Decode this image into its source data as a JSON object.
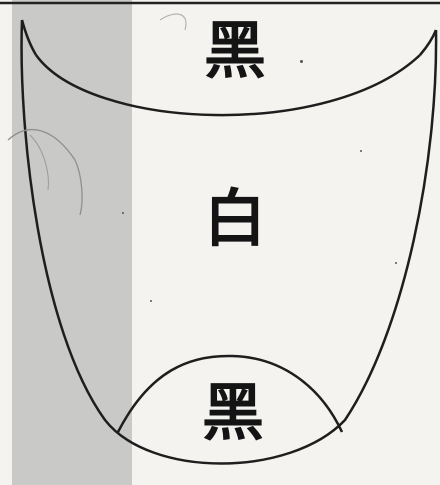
{
  "diagram": {
    "labels": {
      "top": "黑",
      "middle": "白",
      "bottom": "黑"
    }
  }
}
